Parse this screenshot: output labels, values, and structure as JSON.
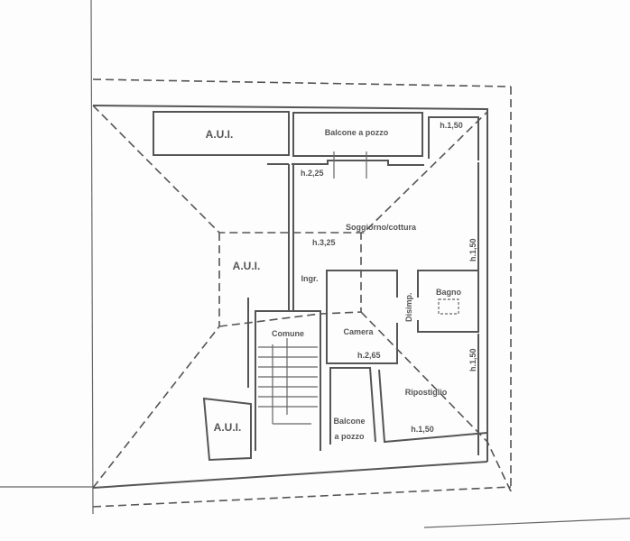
{
  "plan": {
    "rooms": {
      "aui_top": "A.U.I.",
      "balcone_top": "Balcone a pozzo",
      "soggiorno": "Soggiorno/cottura",
      "aui_middle": "A.U.I.",
      "ingresso": "Ingr.",
      "comune": "Comune",
      "camera": "Camera",
      "disimpegno": "Disimp.",
      "bagno": "Bagno",
      "ripostiglio": "Ripostiglio",
      "balcone_bottom_line1": "Balcone",
      "balcone_bottom_line2": "a pozzo",
      "aui_bottom": "A.U.I."
    },
    "heights": {
      "top_right": "h.1,50",
      "soggiorno_upper": "h.2,25",
      "soggiorno_lower": "h.3,25",
      "right_upper": "h.1,50",
      "right_lower": "h.1,50",
      "camera": "h.2,65",
      "ripostiglio": "h.1,50"
    }
  }
}
